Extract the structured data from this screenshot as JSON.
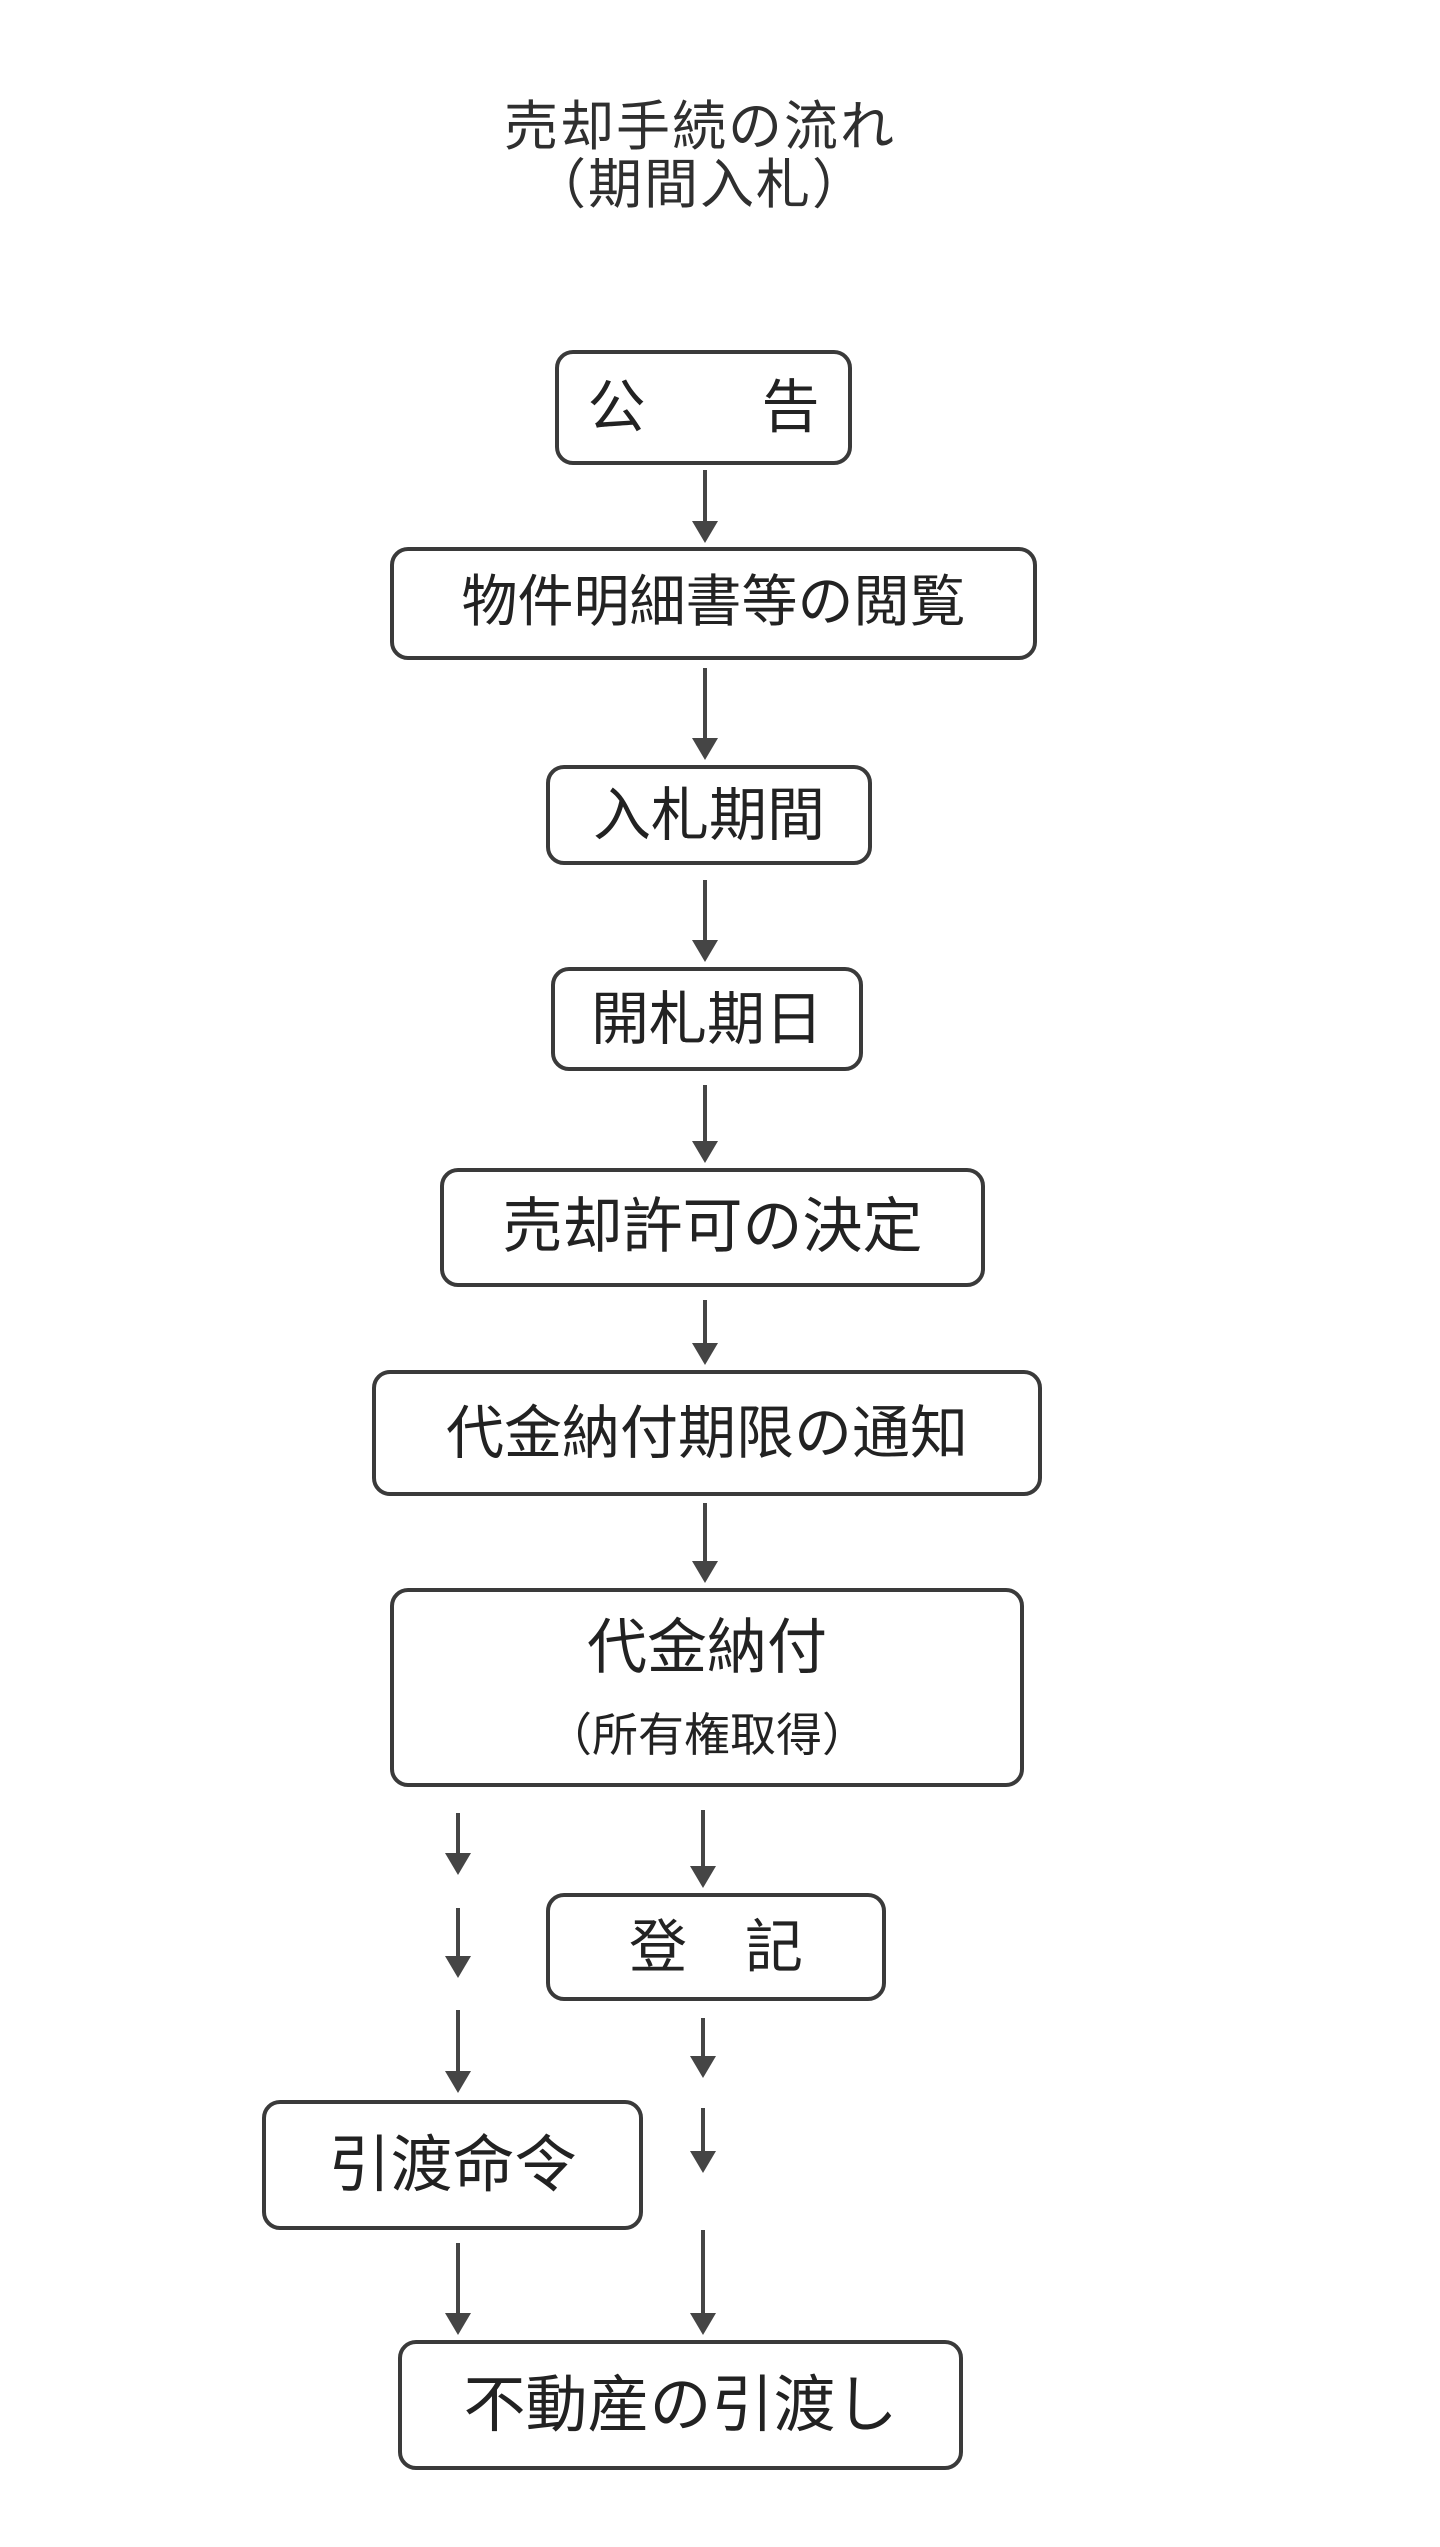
{
  "title": {
    "line1": "売却手続の流れ",
    "line2": "（期間入札）"
  },
  "flow": {
    "step1": "公　　告",
    "step2": "物件明細書等の閲覧",
    "step3": "入札期間",
    "step4": "開札期日",
    "step5": "売却許可の決定",
    "step6": "代金納付期限の通知",
    "step7_main": "代金納付",
    "step7_sub": "（所有権取得）",
    "step8": "登　記",
    "step9": "引渡命令",
    "step10": "不動産の引渡し"
  },
  "colors": {
    "box_border": "#3a3a3a",
    "text": "#222222",
    "arrow": "#454545",
    "background": "#ffffff"
  }
}
